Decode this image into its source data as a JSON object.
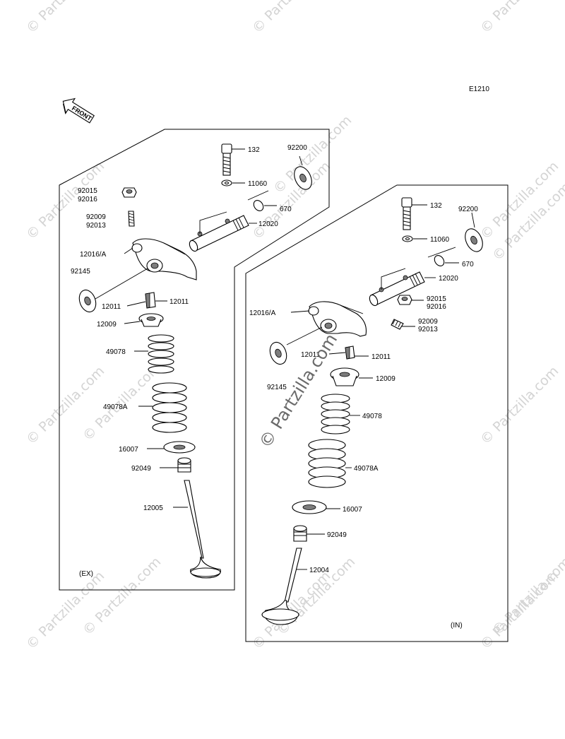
{
  "diagram_code": "E1210",
  "front_label": "FRONT",
  "watermark": "© Partzilla.com",
  "exhaust": {
    "caption": "(EX)",
    "labels": {
      "p132": "132",
      "p92200": "92200",
      "p11060": "11060",
      "p670": "670",
      "p12020": "12020",
      "p92015": "92015",
      "p92016": "92016",
      "p92009": "92009",
      "p92013": "92013",
      "p12016a": "12016/A",
      "p92145": "92145",
      "p12011a": "12011",
      "p12011b": "12011",
      "p12009": "12009",
      "p49078": "49078",
      "p49078a": "49078A",
      "p16007": "16007",
      "p92049": "92049",
      "p12005": "12005"
    }
  },
  "intake": {
    "caption": "(IN)",
    "labels": {
      "p132": "132",
      "p92200": "92200",
      "p11060": "11060",
      "p670": "670",
      "p12020": "12020",
      "p92015": "92015",
      "p92016": "92016",
      "p92009": "92009",
      "p92013": "92013",
      "p12016a": "12016/A",
      "p12011a": "12011",
      "p12011b": "12011",
      "p92145": "92145",
      "p12009": "12009",
      "p49078": "49078",
      "p49078a": "49078A",
      "p16007": "16007",
      "p92049": "92049",
      "p12004": "12004"
    }
  }
}
